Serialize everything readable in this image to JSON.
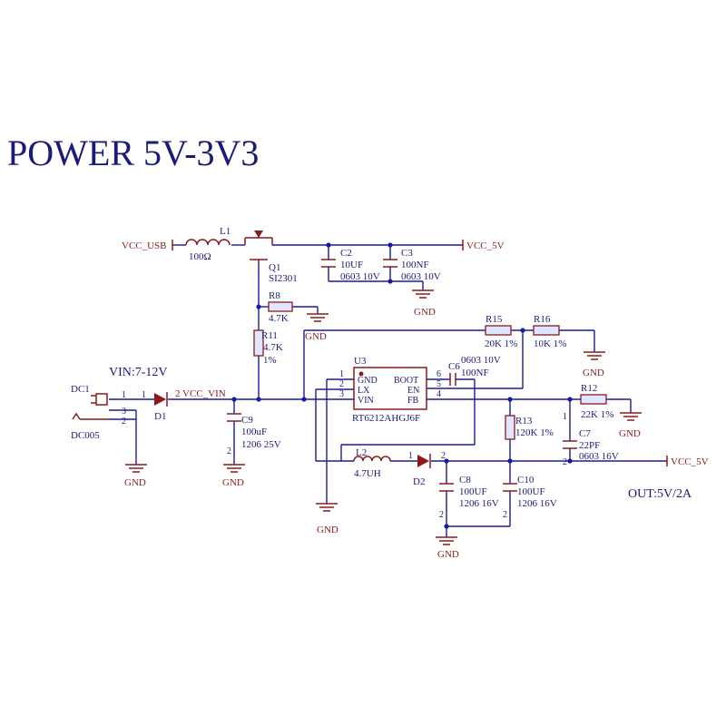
{
  "title": "POWER 5V-3V3",
  "nets": {
    "vcc_usb": "VCC_USB",
    "vcc_5v_top": "VCC_5V",
    "vcc_5v_out": "VCC_5V",
    "vcc_vin": "2 VCC_VIN",
    "gnd": "GND"
  },
  "notes": {
    "vin_range": "VIN:7-12V",
    "out_spec": "OUT:5V/2A"
  },
  "components": {
    "L1": {
      "ref": "L1",
      "value": "100Ω"
    },
    "Q1": {
      "ref": "Q1",
      "value": "SI2301"
    },
    "C2": {
      "ref": "C2",
      "value": "10UF",
      "pkg": "0603 10V"
    },
    "C3": {
      "ref": "C3",
      "value": "100NF",
      "pkg": "0603 10V"
    },
    "R8": {
      "ref": "R8",
      "value": "4.7K"
    },
    "R11": {
      "ref": "R11",
      "value": "4.7K",
      "tol": "1%"
    },
    "R15": {
      "ref": "R15",
      "value": "20K 1%"
    },
    "R16": {
      "ref": "R16",
      "value": "10K 1%"
    },
    "DC1": {
      "ref": "DC1",
      "value": "DC005"
    },
    "D1": {
      "ref": "D1"
    },
    "C9": {
      "ref": "C9",
      "value": "100uF",
      "pkg": "1206 25V"
    },
    "U3": {
      "ref": "U3",
      "value": "RT6212AHGJ6F",
      "pins": [
        "GND",
        "LX",
        "VIN",
        "BOOT",
        "EN",
        "FB"
      ]
    },
    "C6": {
      "ref": "C6",
      "value": "100NF",
      "pkg": "0603 10V"
    },
    "L2": {
      "ref": "L2",
      "value": "4.7UH"
    },
    "D2": {
      "ref": "D2"
    },
    "C8": {
      "ref": "C8",
      "value": "100UF",
      "pkg": "1206 16V"
    },
    "C10": {
      "ref": "C10",
      "value": "100UF",
      "pkg": "1206 16V"
    },
    "R13": {
      "ref": "R13",
      "value": "120K 1%"
    },
    "R12": {
      "ref": "R12",
      "value": "22K 1%"
    },
    "C7": {
      "ref": "C7",
      "value": "22PF",
      "pkg": "0603 16V"
    }
  },
  "pin_numbers": {
    "one": "1",
    "two": "2",
    "three": "3",
    "four": "4",
    "five": "5",
    "six": "6"
  }
}
